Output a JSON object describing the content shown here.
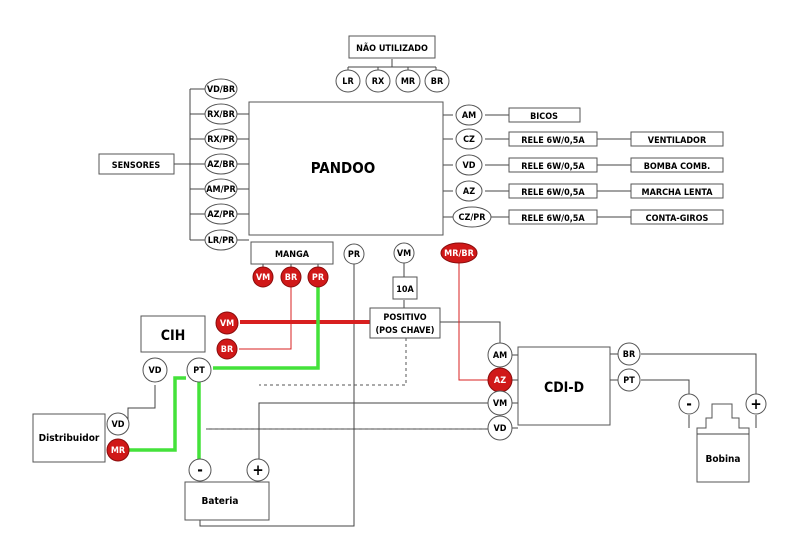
{
  "main": {
    "title": "PANDOO",
    "sensores": "SENSORES",
    "manga": "MANGA",
    "fuse": "10A",
    "positivo_1": "POSITIVO",
    "positivo_2": "(POS CHAVE)",
    "cih": "CIH",
    "cdi": "CDI-D",
    "distribuidor": "Distribuidor",
    "bateria": "Bateria",
    "bobina": "Bobina"
  },
  "nao_utilizado": {
    "label": "NÃO UTILIZADO",
    "pins": [
      "LR",
      "RX",
      "MR",
      "BR"
    ]
  },
  "sensor_pins": [
    "VD/BR",
    "RX/BR",
    "RX/PR",
    "AZ/BR",
    "AM/PR",
    "AZ/PR",
    "LR/PR"
  ],
  "outputs": [
    {
      "pin": "AM",
      "relay": "BICOS",
      "device": ""
    },
    {
      "pin": "CZ",
      "relay": "RELE 6W/0,5A",
      "device": "VENTILADOR"
    },
    {
      "pin": "VD",
      "relay": "RELE 6W/0,5A",
      "device": "BOMBA COMB."
    },
    {
      "pin": "AZ",
      "relay": "RELE 6W/0,5A",
      "device": "MARCHA LENTA"
    },
    {
      "pin": "CZ/PR",
      "relay": "RELE 6W/0,5A",
      "device": "CONTA-GIROS"
    }
  ],
  "pins": {
    "manga_vm": "VM",
    "manga_br": "BR",
    "manga_pr": "PR",
    "pr": "PR",
    "vm_top": "VM",
    "mr_br": "MR/BR",
    "cih_vm": "VM",
    "cih_br": "BR",
    "vd": "VD",
    "pt": "PT",
    "dist_vd": "VD",
    "dist_mr": "MR",
    "cdi_am": "AM",
    "cdi_az": "AZ",
    "cdi_vm": "VM",
    "cdi_vd": "VD",
    "coil_br": "BR",
    "coil_pt": "PT",
    "minus": "-",
    "plus": "+"
  },
  "colors": {
    "red_pin": "#d01818",
    "green_wire": "#44e23a",
    "red_wire": "#d82020"
  }
}
